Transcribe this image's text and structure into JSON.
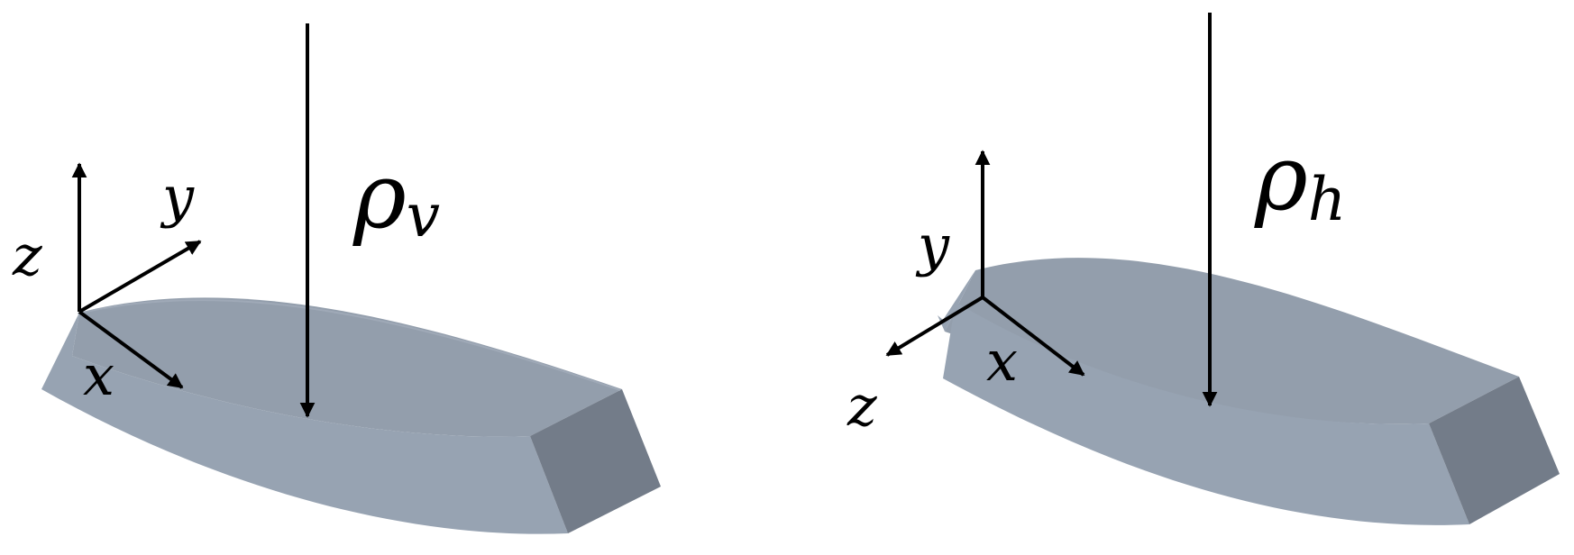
{
  "colors": {
    "background": "#ffffff",
    "beam_top": "#939eac",
    "beam_front": "#97a3b2",
    "beam_end": "#737c89",
    "ink": "#000000"
  },
  "left_panel": {
    "axes": {
      "vertical": "z",
      "diagonal_up": "y",
      "diagonal_down": "x"
    },
    "curvature": {
      "symbol": "ρ",
      "subscript": "v"
    }
  },
  "right_panel": {
    "axes": {
      "vertical": "y",
      "diagonal_left": "z",
      "diagonal_down": "x"
    },
    "curvature": {
      "symbol": "ρ",
      "subscript": "h"
    }
  }
}
